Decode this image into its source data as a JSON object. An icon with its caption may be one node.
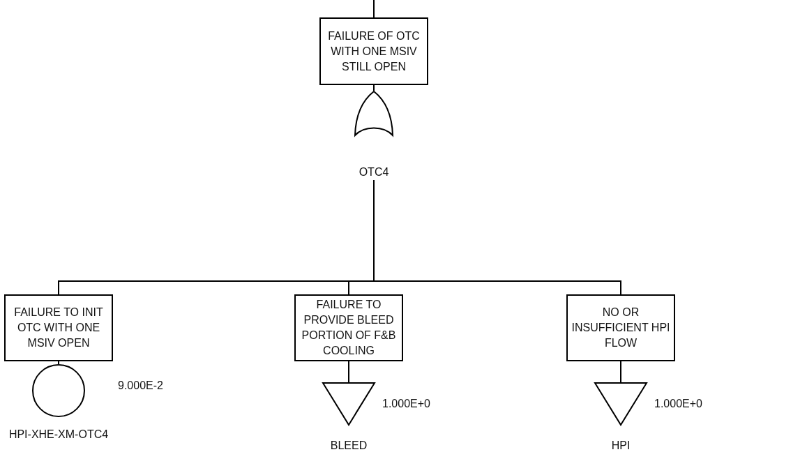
{
  "diagram": {
    "nodes": [
      {
        "text": [
          "FAILURE OF OTC WITH ONE MSIV STILL OPEN"
        ]
      },
      {
        "text": [],
        "shape": "gate",
        "beside": [
          "OTC4"
        ]
      },
      {
        "text": [
          "FAILURE TO INIT OTC WITH ONE MSIV OPEN"
        ]
      },
      {
        "text": [],
        "shape": "circle",
        "beside": [
          "9.000E-2",
          "HPI-XHE-XM-OTC4"
        ]
      },
      {
        "text": [
          "FAILURE TO PROVIDE BLEED PORTION OF F&B COOLING"
        ]
      },
      {
        "text": [],
        "shape": "triangle",
        "beside": [
          "1.000E+0",
          "BLEED"
        ]
      },
      {
        "text": [
          "NO OR INSUFFICIENT HPI FLOW"
        ]
      },
      {
        "text": [],
        "shape": "triangle",
        "beside": [
          "1.000E+0",
          "HPI"
        ]
      }
    ],
    "edges": [
      {
        "from": null,
        "to": 0,
        "arrow": "none"
      },
      {
        "from": 0,
        "to": 1,
        "arrow": "none"
      },
      {
        "from": 1,
        "to": 2,
        "arrow": "none"
      },
      {
        "from": 1,
        "to": 4,
        "arrow": "none"
      },
      {
        "from": 1,
        "to": 6,
        "arrow": "none"
      },
      {
        "from": 2,
        "to": 3,
        "arrow": "none"
      },
      {
        "from": 4,
        "to": 5,
        "arrow": "none"
      },
      {
        "from": 6,
        "to": 7,
        "arrow": "none"
      }
    ]
  }
}
